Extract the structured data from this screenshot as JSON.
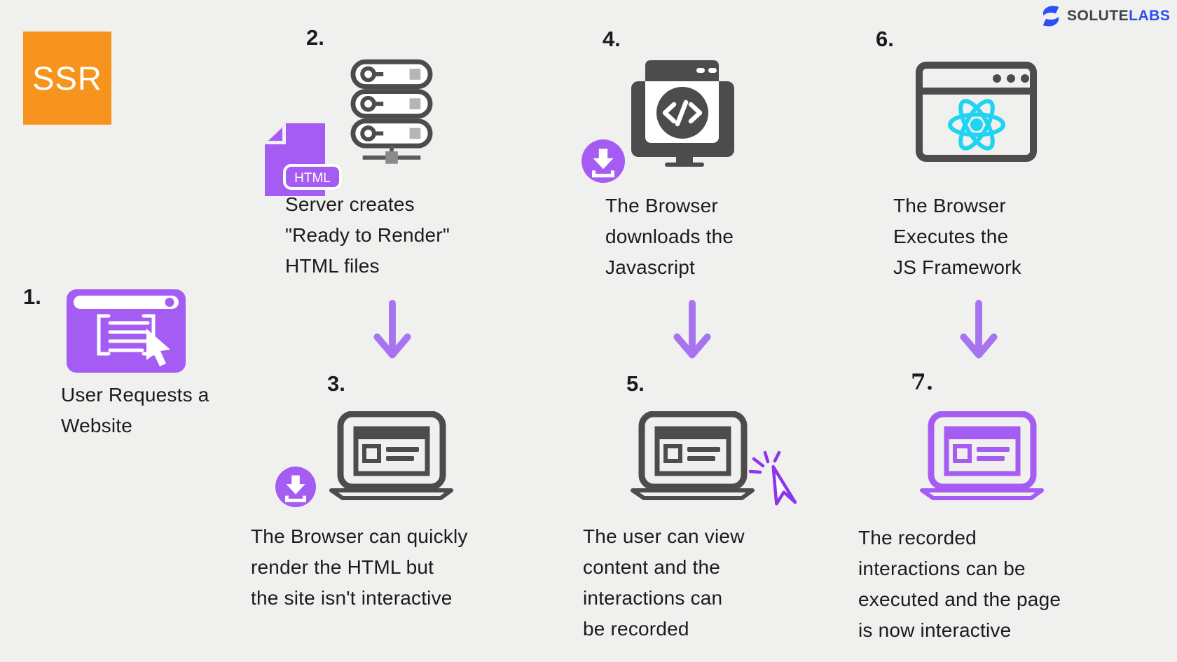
{
  "background": "#f0f0ee",
  "brand": {
    "ssr": "SSR",
    "logo_text_1": "SOLUTE",
    "logo_text_2": "LABS"
  },
  "colors": {
    "orange": "#F7941E",
    "purple": "#a55cf3",
    "violet_cursor": "#8d35ea",
    "dark_gray": "#4c4c4c",
    "react_cyan": "#1fd3f3",
    "logo_blue": "#2d4ef5",
    "text": "#1b1b1b"
  },
  "file_icon_label": "HTML",
  "steps": [
    {
      "number": "1.",
      "lines": [
        "User Requests a",
        "Website"
      ]
    },
    {
      "number": "2.",
      "lines": [
        "Server creates",
        "\"Ready to Render\"",
        "HTML files"
      ]
    },
    {
      "number": "3.",
      "lines": [
        "The Browser can quickly",
        "render the HTML but",
        "the site isn't interactive"
      ]
    },
    {
      "number": "4.",
      "lines": [
        "The Browser",
        "downloads the",
        "Javascript"
      ]
    },
    {
      "number": "5.",
      "lines": [
        "The user can view",
        "content and the",
        "interactions can",
        "be recorded"
      ]
    },
    {
      "number": "6.",
      "lines": [
        "The Browser",
        "Executes the",
        "JS Framework"
      ]
    },
    {
      "number": "7.",
      "lines": [
        "The recorded",
        "interactions can be",
        "executed and the page",
        "is now interactive"
      ]
    }
  ]
}
